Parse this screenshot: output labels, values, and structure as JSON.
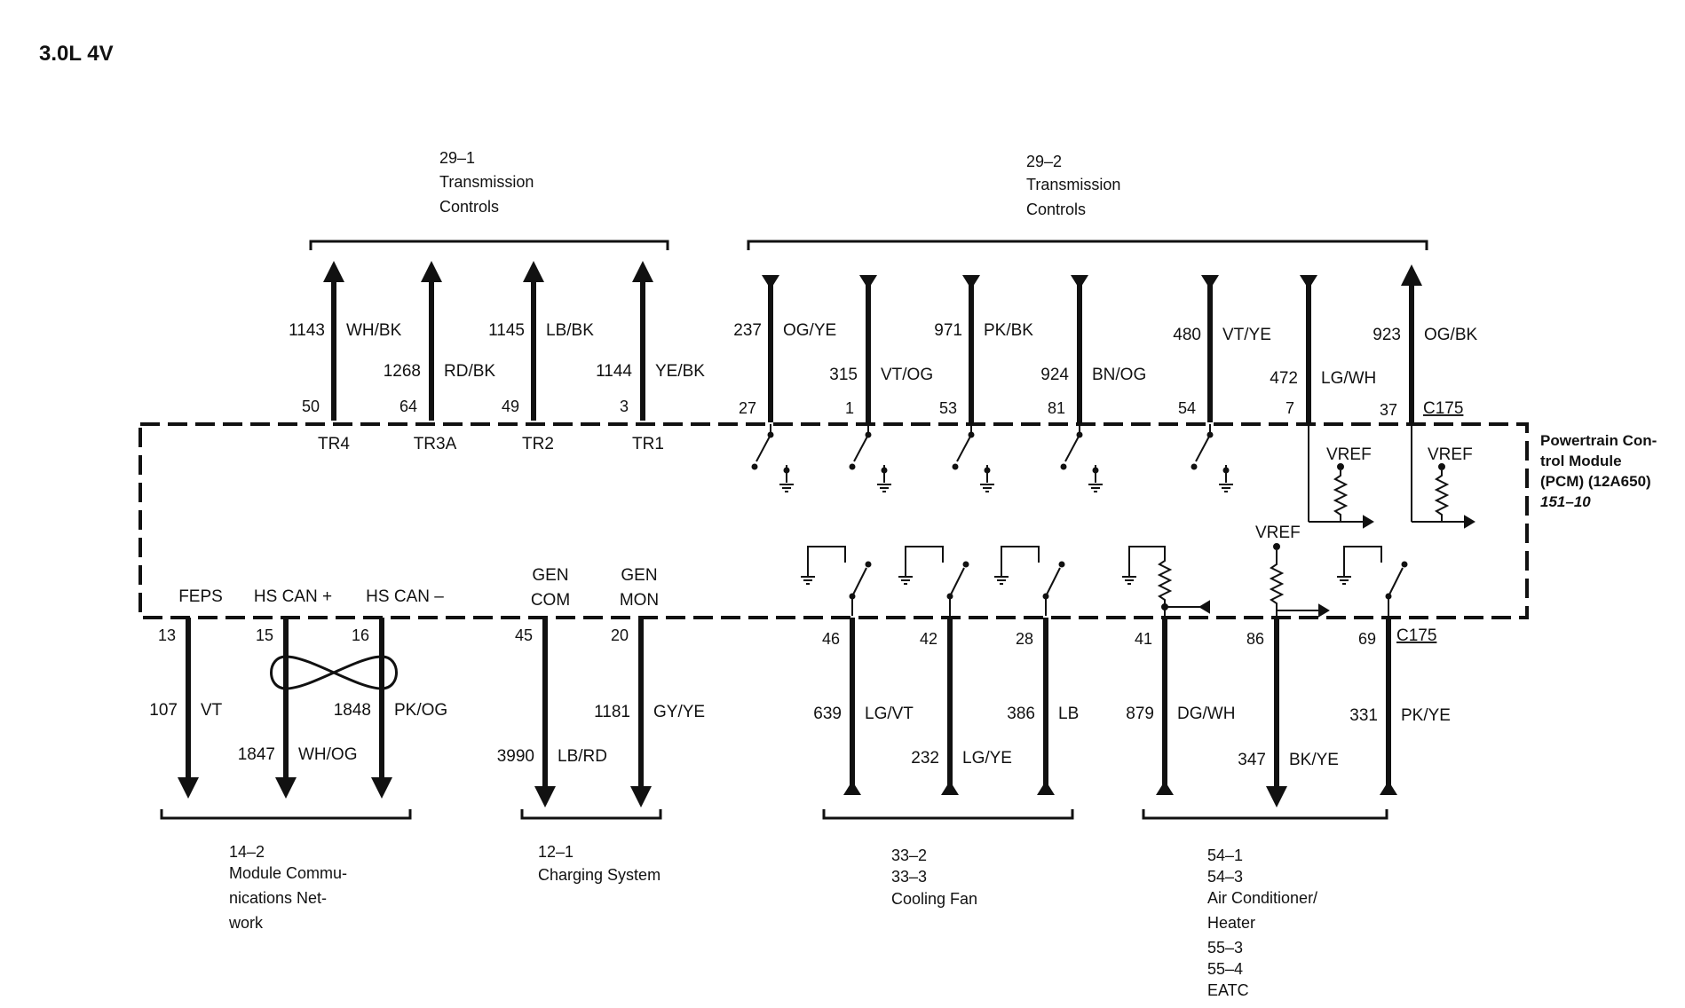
{
  "title": "3.0L 4V",
  "module": {
    "lines": [
      "Powertrain Con-",
      "trol Module",
      "(PCM) (12A650)"
    ],
    "ref": "151–10",
    "vref_labels": [
      "VREF",
      "VREF",
      "VREF"
    ]
  },
  "connectors": {
    "top": "C175",
    "bottom": "C175"
  },
  "top_groups": [
    {
      "lines": [
        "29–1",
        "Transmission",
        "Controls"
      ]
    },
    {
      "lines": [
        "29–2",
        "Transmission",
        "Controls"
      ]
    }
  ],
  "top_wires": [
    {
      "circuit": "1143",
      "color": "WH/BK",
      "pin": "50",
      "signal": "TR4"
    },
    {
      "circuit": "1268",
      "color": "RD/BK",
      "pin": "64",
      "signal": "TR3A"
    },
    {
      "circuit": "1145",
      "color": "LB/BK",
      "pin": "49",
      "signal": "TR2"
    },
    {
      "circuit": "1144",
      "color": "YE/BK",
      "pin": "3",
      "signal": "TR1"
    },
    {
      "circuit": "237",
      "color": "OG/YE",
      "pin": "27"
    },
    {
      "circuit": "315",
      "color": "VT/OG",
      "pin": "1"
    },
    {
      "circuit": "971",
      "color": "PK/BK",
      "pin": "53"
    },
    {
      "circuit": "924",
      "color": "BN/OG",
      "pin": "81"
    },
    {
      "circuit": "480",
      "color": "VT/YE",
      "pin": "54"
    },
    {
      "circuit": "472",
      "color": "LG/WH",
      "pin": "7"
    },
    {
      "circuit": "923",
      "color": "OG/BK",
      "pin": "37"
    }
  ],
  "bottom_wires": [
    {
      "circuit": "107",
      "color": "VT",
      "pin": "13",
      "signal": [
        "FEPS"
      ]
    },
    {
      "circuit": "1847",
      "color": "WH/OG",
      "pin": "15",
      "signal": [
        "HS CAN +"
      ]
    },
    {
      "circuit": "1848",
      "color": "PK/OG",
      "pin": "16",
      "signal": [
        "HS CAN –"
      ]
    },
    {
      "circuit": "3990",
      "color": "LB/RD",
      "pin": "45",
      "signal": [
        "GEN",
        "COM"
      ]
    },
    {
      "circuit": "1181",
      "color": "GY/YE",
      "pin": "20",
      "signal": [
        "GEN",
        "MON"
      ]
    },
    {
      "circuit": "639",
      "color": "LG/VT",
      "pin": "46"
    },
    {
      "circuit": "232",
      "color": "LG/YE",
      "pin": "42"
    },
    {
      "circuit": "386",
      "color": "LB",
      "pin": "28"
    },
    {
      "circuit": "879",
      "color": "DG/WH",
      "pin": "41"
    },
    {
      "circuit": "347",
      "color": "BK/YE",
      "pin": "86"
    },
    {
      "circuit": "331",
      "color": "PK/YE",
      "pin": "69"
    }
  ],
  "bottom_groups": [
    {
      "lines": [
        "14–2",
        "Module Commu-",
        "nications Net-",
        "work"
      ]
    },
    {
      "lines": [
        "12–1",
        "Charging System"
      ]
    },
    {
      "lines": [
        "33–2",
        "33–3",
        "Cooling Fan"
      ]
    },
    {
      "lines": [
        "54–1",
        "54–3",
        "Air Conditioner/",
        "Heater",
        "55–3",
        "55–4",
        "EATC"
      ]
    }
  ]
}
